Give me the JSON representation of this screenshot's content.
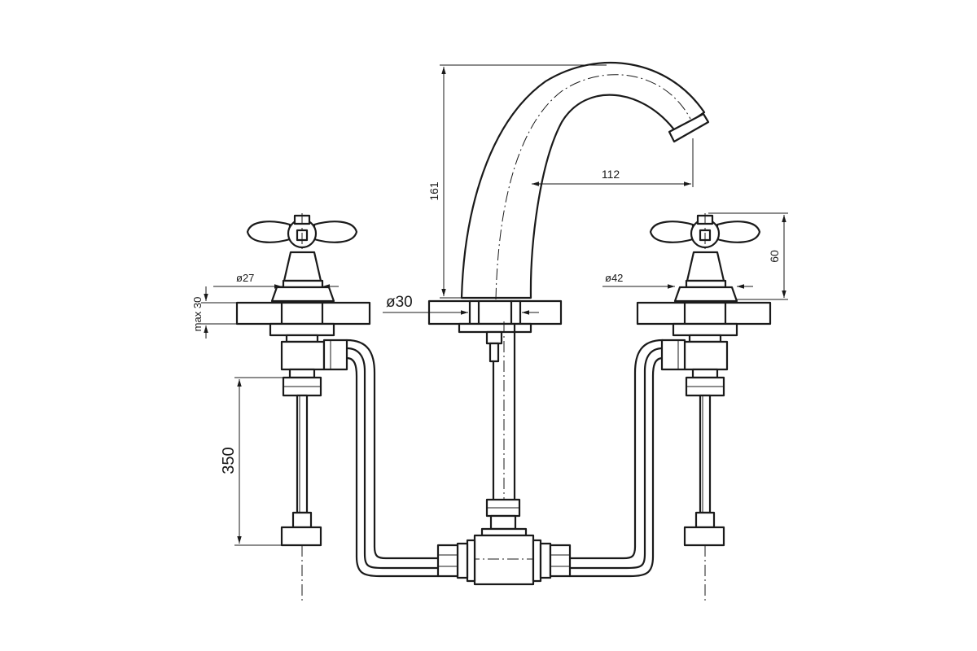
{
  "dimensions": {
    "spout_height": "161",
    "spout_reach": "112",
    "handle_height": "60",
    "left_base_dia": "ø27",
    "right_base_dia": "ø42",
    "hole_dia": "ø30",
    "max_thickness": "max 30",
    "hose_length": "350"
  }
}
